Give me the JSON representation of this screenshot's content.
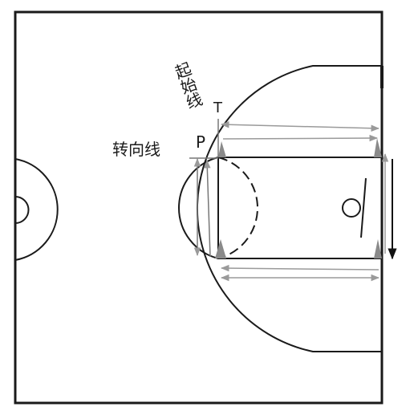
{
  "labels": {
    "start_line": "起始线",
    "turn_line": "转向线",
    "t_marker": "T",
    "p_marker": "P"
  },
  "colors": {
    "court_line": "#1a1a1a",
    "arrow": "#9a9a9a",
    "arrow_dark": "#111111",
    "cone": "#8a8a8a"
  }
}
